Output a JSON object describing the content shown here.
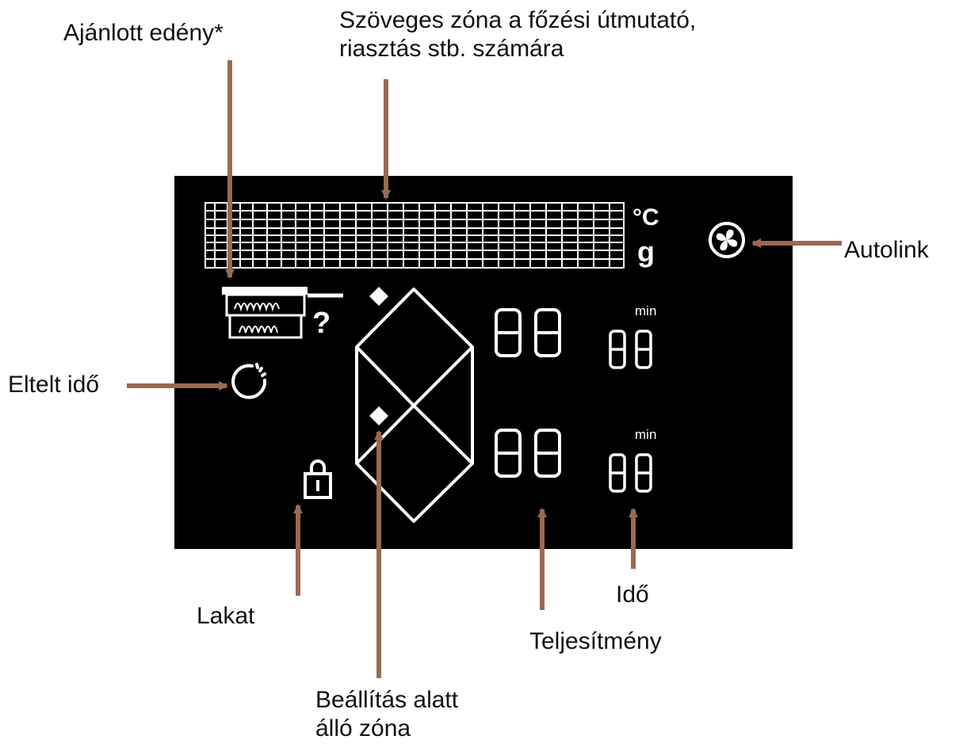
{
  "labels": {
    "recommended_cookware": "Ajánlott edény*",
    "text_zone_line1": "Szöveges zóna a főzési útmutató,",
    "text_zone_line2": "riasztás stb. számára",
    "autolink": "Autolink",
    "elapsed_time": "Eltelt idő",
    "lock": "Lakat",
    "zone_being_set_line1": "Beállítás alatt",
    "zone_being_set_line2": "álló zóna",
    "time": "Idő",
    "power": "Teljesítmény"
  },
  "display": {
    "unit_celsius": "°C",
    "unit_gram": "g",
    "unit_min_top": "min",
    "unit_min_bottom": "min",
    "power_digits_top": "88",
    "time_digits_top": "88",
    "power_digits_bottom": "88",
    "time_digits_bottom": "88",
    "question_mark": "?"
  },
  "colors": {
    "panel": "#000000",
    "segment": "#ffffff",
    "arrow": "#9a6a50",
    "label_text": "#111111"
  },
  "icons": [
    "pot-icon",
    "timer-icon",
    "lock-icon",
    "fan-icon",
    "zone-diamond-icon"
  ]
}
